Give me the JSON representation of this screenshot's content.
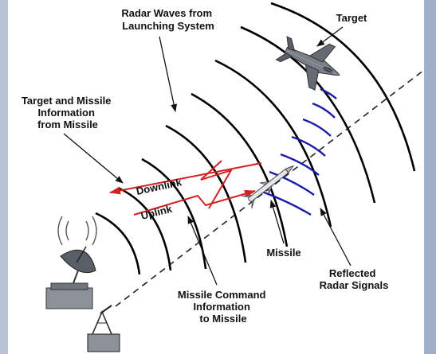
{
  "colors": {
    "background": "#ffffff",
    "frame_left": "#b8c4d4",
    "frame_right": "#9fb1c8",
    "radar_waves": "#000000",
    "reflected_waves": "#1a1aa8",
    "datalink": "#d42020",
    "flight_path": "#222222"
  },
  "labels": {
    "radar_waves": [
      "Radar Waves from",
      "Launching System"
    ],
    "target": "Target",
    "target_missile_info": [
      "Target and Missile",
      "Information",
      "from Missile"
    ],
    "downlink": "Downlink",
    "uplink": "Uplink",
    "missile": "Missile",
    "reflected_signals": [
      "Reflected",
      "Radar Signals"
    ],
    "missile_command": [
      "Missile Command",
      "Information",
      "to Missile"
    ]
  },
  "icons": {
    "target": "fighter-jet-icon",
    "missile": "missile-icon",
    "ground_radar": "radar-dish-icon",
    "launcher": "launcher-tower-icon",
    "broadcast": "radio-waves-icon"
  }
}
